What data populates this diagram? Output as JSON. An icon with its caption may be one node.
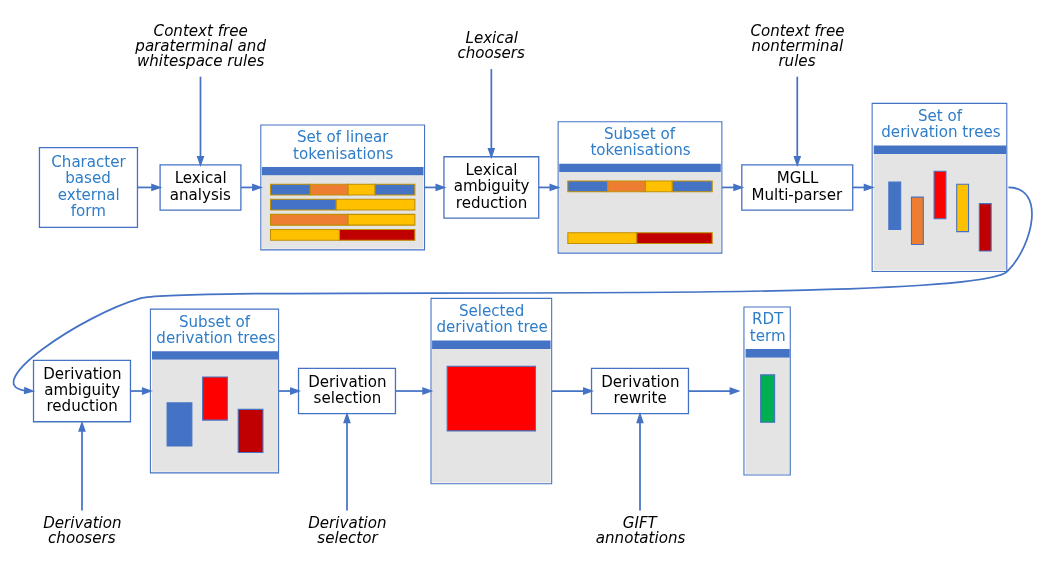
{
  "diagram": {
    "nodes": [
      {
        "text": [
          "Character based external form"
        ]
      },
      {
        "text": [
          "Context free paraterminal and whitespace rules"
        ]
      },
      {
        "text": [
          "Lexical analysis"
        ]
      },
      {
        "text": [
          "Set of linear tokenisations"
        ]
      },
      {
        "text": [
          "Lexical choosers"
        ]
      },
      {
        "text": [
          "Lexical ambiguity reduction"
        ]
      },
      {
        "text": [
          "Subset of tokenisations"
        ]
      },
      {
        "text": [
          "Context free nonterminal rules"
        ]
      },
      {
        "text": [
          "MGLL Multi-parser"
        ]
      },
      {
        "text": [
          "Set of derivation trees"
        ]
      },
      {
        "text": [
          "Derivation ambiguity reduction"
        ]
      },
      {
        "text": [
          "Derivation choosers"
        ]
      },
      {
        "text": [
          "Subset of derivation trees"
        ]
      },
      {
        "text": [
          "Derivation selection"
        ]
      },
      {
        "text": [
          "Derivation selector"
        ]
      },
      {
        "text": [
          "Selected derivation tree"
        ]
      },
      {
        "text": [
          "Derivation rewrite"
        ]
      },
      {
        "text": [
          "GIFT annotations"
        ]
      },
      {
        "text": [
          "RDT term"
        ]
      }
    ],
    "edges": [
      {
        "from": 0,
        "to": 2,
        "arrow": "to"
      },
      {
        "from": 1,
        "to": 2,
        "arrow": "to"
      },
      {
        "from": 2,
        "to": 3,
        "arrow": "to"
      },
      {
        "from": 3,
        "to": 5,
        "arrow": "to"
      },
      {
        "from": 4,
        "to": 5,
        "arrow": "to"
      },
      {
        "from": 5,
        "to": 6,
        "arrow": "to"
      },
      {
        "from": 6,
        "to": 8,
        "arrow": "to"
      },
      {
        "from": 7,
        "to": 8,
        "arrow": "to"
      },
      {
        "from": 8,
        "to": 9,
        "arrow": "to"
      },
      {
        "from": 9,
        "to": 10,
        "arrow": "to"
      },
      {
        "from": 11,
        "to": 10,
        "arrow": "to"
      },
      {
        "from": 10,
        "to": 12,
        "arrow": "to"
      },
      {
        "from": 12,
        "to": 13,
        "arrow": "to"
      },
      {
        "from": 14,
        "to": 13,
        "arrow": "to"
      },
      {
        "from": 13,
        "to": 15,
        "arrow": "to"
      },
      {
        "from": 15,
        "to": 16,
        "arrow": "to"
      },
      {
        "from": 17,
        "to": 16,
        "arrow": "to"
      },
      {
        "from": 16,
        "to": 18,
        "arrow": "to"
      }
    ]
  }
}
